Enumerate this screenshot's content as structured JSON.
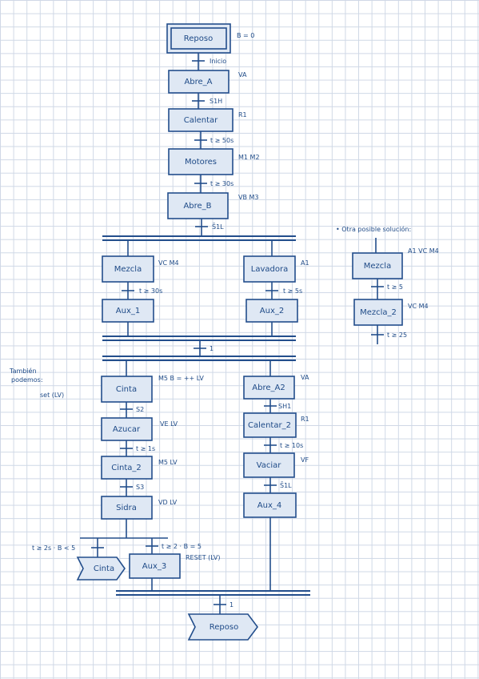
{
  "initial": {
    "step": "Reposo",
    "note": "B = 0"
  },
  "main_sequence": [
    {
      "step": "Abre_A",
      "action": "VA",
      "transition": "Inicio"
    },
    {
      "step": "Calentar",
      "action": "R1",
      "transition": "S1H"
    },
    {
      "step": "Motores",
      "action": "M1 M2",
      "transition": "t ≥ 50s"
    },
    {
      "step": "Abre_B",
      "action": "VB M3",
      "transition": "t ≥ 30s"
    }
  ],
  "transition_after_abre_b": "S̄1L",
  "branch_a": [
    {
      "step": "Mezcla",
      "action": "VC M4"
    },
    {
      "step": "Aux_1",
      "action": "",
      "transition": "t ≥ 30s"
    }
  ],
  "branch_b": [
    {
      "step": "Lavadora",
      "action": "A1"
    },
    {
      "step": "Aux_2",
      "action": "",
      "transition": "t ≥ 5s"
    }
  ],
  "join_transition": "1",
  "alternative": {
    "title": "• Otra posible solución:",
    "steps": [
      {
        "step": "Mezcla",
        "action": "A1 VC M4"
      },
      {
        "step": "Mezcla_2",
        "action": "VC M4",
        "transition": "t ≥ 5"
      }
    ],
    "final_transition": "t ≥ 25"
  },
  "side_note": {
    "line1": "También",
    "line2": "podemos:",
    "line3": "set (LV)"
  },
  "branch_c": [
    {
      "step": "Cinta",
      "action": "M5 B = ++ LV"
    },
    {
      "step": "Azucar",
      "action": "VE LV",
      "transition": "S2"
    },
    {
      "step": "Cinta_2",
      "action": "M5 LV",
      "transition": "t ≥ 1s"
    },
    {
      "step": "Sidra",
      "action": "VD LV",
      "transition": "S3"
    }
  ],
  "branch_d": [
    {
      "step": "Abre_A2",
      "action": "VA"
    },
    {
      "step": "Calentar_2",
      "action": "R1",
      "transition": "SH1"
    },
    {
      "step": "Vaciar",
      "action": "VF",
      "transition": "t ≥ 10s"
    },
    {
      "step": "Aux_4",
      "action": "",
      "transition": "S̄1L"
    }
  ],
  "loop_transition": "t ≥ 2s · B < 5",
  "exit_transition": "t ≥ 2 · B = 5",
  "cinta_jump": "Cinta",
  "aux3": {
    "step": "Aux_3",
    "action": "RESET (LV)"
  },
  "final_transition": "1",
  "final_jump": "Reposo"
}
